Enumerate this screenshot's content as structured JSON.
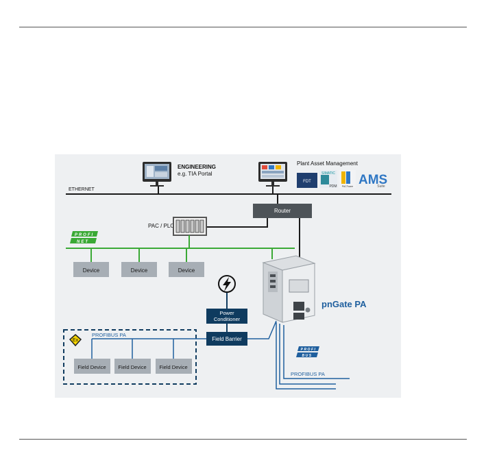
{
  "engineering": {
    "title": "ENGINEERING",
    "subtitle": "e.g. TIA Portal"
  },
  "asset_mgmt": {
    "title": "Plant Asset Management",
    "logos": {
      "fdt": "FDT",
      "simatic": "SIMATIC",
      "pdm": "PDM",
      "pactware": "PACTware",
      "ams": "AMS",
      "ams_suite": "Suite"
    }
  },
  "network": {
    "ethernet": "ETHERNET",
    "router": "Router",
    "pac_plc": "PAC / PLC"
  },
  "profinet_logo": {
    "top": "PROFI",
    "bottom": "NET"
  },
  "profibus_logo": {
    "top": "PROFI",
    "bottom": "BUS"
  },
  "devices": [
    "Device",
    "Device",
    "Device"
  ],
  "power_conditioner": [
    "Power",
    "Conditioner"
  ],
  "field_barrier": "Field Barrier",
  "profibus_pa_top": "PROFIBUS PA",
  "ex_symbol": "Ex",
  "field_devices": [
    "Field Device",
    "Field Device",
    "Field Device"
  ],
  "gateway": {
    "name": "pnGate PA"
  },
  "profibus_pa_bottom": "PROFIBUS PA",
  "icons": {
    "lightning": "lightning-bolt-icon",
    "monitor": "monitor-icon"
  },
  "colors": {
    "navy": "#0f3b5f",
    "green": "#3aa935",
    "grey_box": "#a7aeb5",
    "router": "#4d5358",
    "blue_line": "#1f5f9e",
    "bg": "#eef0f2"
  }
}
